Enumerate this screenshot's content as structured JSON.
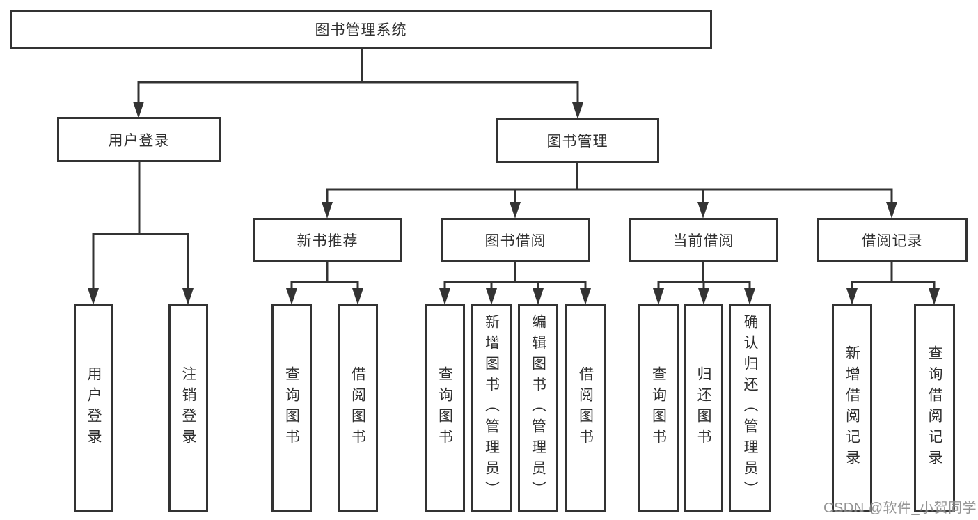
{
  "diagram": {
    "root": {
      "label": "图书管理系统"
    },
    "branches": [
      {
        "label": "用户登录",
        "children": [
          {
            "label": "用户登录"
          },
          {
            "label": "注销登录"
          }
        ]
      },
      {
        "label": "图书管理",
        "groups": [
          {
            "label": "新书推荐",
            "children": [
              {
                "label": "查询图书"
              },
              {
                "label": "借阅图书"
              }
            ]
          },
          {
            "label": "图书借阅",
            "children": [
              {
                "label": "查询图书"
              },
              {
                "label": "新增图书（管理员）"
              },
              {
                "label": "编辑图书（管理员）"
              },
              {
                "label": "借阅图书"
              }
            ]
          },
          {
            "label": "当前借阅",
            "children": [
              {
                "label": "查询图书"
              },
              {
                "label": "归还图书"
              },
              {
                "label": "确认归还（管理员）"
              }
            ]
          },
          {
            "label": "借阅记录",
            "children": [
              {
                "label": "新增借阅记录"
              },
              {
                "label": "查询借阅记录"
              }
            ]
          }
        ]
      }
    ]
  },
  "watermark": {
    "text": "CSDN @软件_小贺同学"
  },
  "colors": {
    "line": "#333333",
    "text": "#2f2f2f",
    "background": "#ffffff",
    "watermark": "#7d7d7d"
  }
}
